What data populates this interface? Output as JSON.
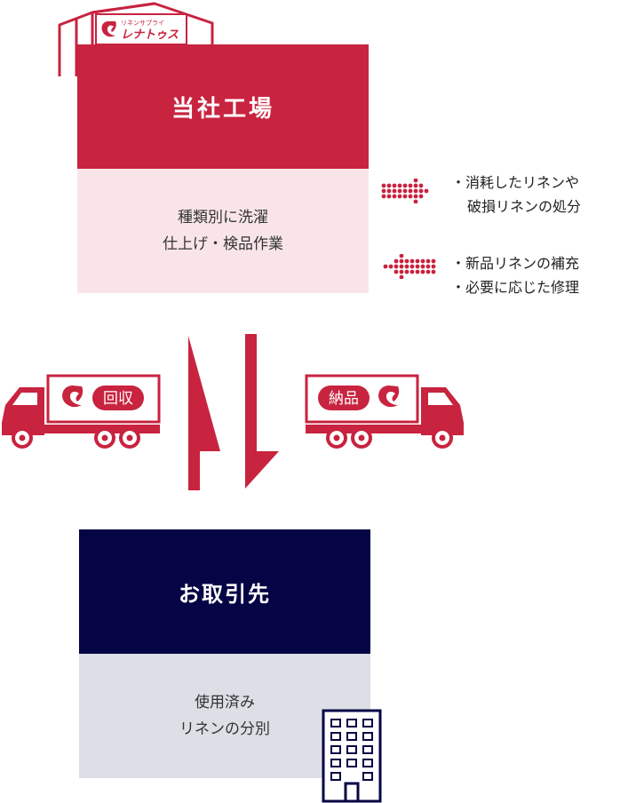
{
  "colors": {
    "accent": "#c8233f",
    "accent_light": "#f9e5e9",
    "navy": "#050545",
    "gray_light": "#dcdfe6"
  },
  "factory": {
    "sign_small": "リネンサプライ",
    "sign_brand": "レナトゥス",
    "title": "当社工場",
    "body_lines": [
      "種類別に洗濯",
      "仕上げ・検品作業"
    ]
  },
  "notes": {
    "disposal_lines": [
      "・消耗したリネンや",
      "破損リネンの処分"
    ],
    "supply_lines": [
      "・新品リネンの補充",
      "・必要に応じた修理"
    ]
  },
  "trucks": {
    "collect_label": "回収",
    "deliver_label": "納品"
  },
  "client": {
    "title": "お取引先",
    "body_lines": [
      "使用済み",
      "リネンの分別"
    ]
  },
  "icons": [
    "factory-building-icon",
    "brand-logo-icon",
    "dot-arrow-out-icon",
    "dot-arrow-in-icon",
    "truck-icon",
    "office-building-icon",
    "arrow-up-icon",
    "arrow-down-icon"
  ]
}
